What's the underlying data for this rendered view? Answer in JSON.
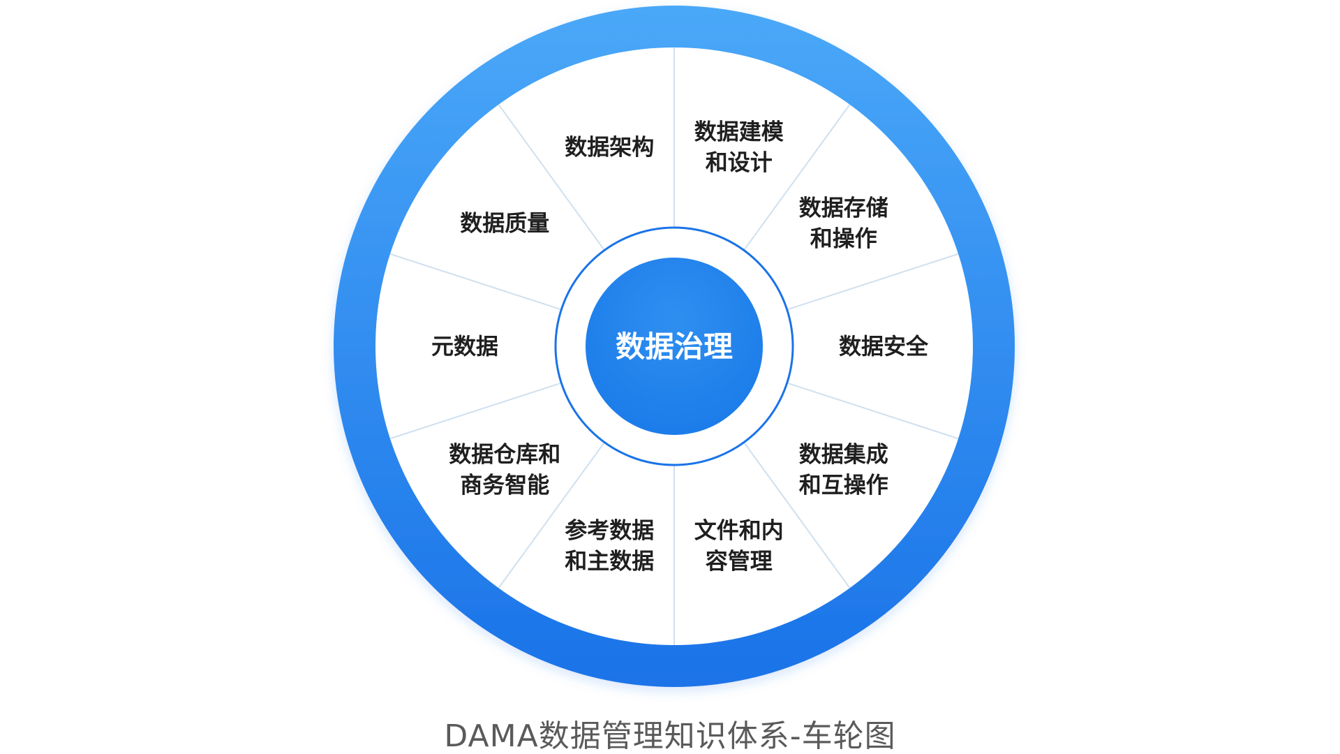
{
  "diagram": {
    "center_label": "数据治理",
    "segments": [
      {
        "lines": [
          "数据建模",
          "和设计"
        ]
      },
      {
        "lines": [
          "数据存储",
          "和操作"
        ]
      },
      {
        "lines": [
          "数据安全"
        ]
      },
      {
        "lines": [
          "数据集成",
          "和互操作"
        ]
      },
      {
        "lines": [
          "文件和内",
          "容管理"
        ]
      },
      {
        "lines": [
          "参考数据",
          "和主数据"
        ]
      },
      {
        "lines": [
          "数据仓库和",
          "商务智能"
        ]
      },
      {
        "lines": [
          "元数据"
        ]
      },
      {
        "lines": [
          "数据质量"
        ]
      },
      {
        "lines": [
          "数据架构"
        ]
      }
    ],
    "colors": {
      "ring_outer": "#1a73e8",
      "ring_inner": "#4aa8f8",
      "center": "#1a7ae9",
      "inner_ring_stroke": "#1a73e8",
      "divider": "#cfe0ef",
      "label": "#1f1f1f"
    }
  },
  "caption": "DAMA数据管理知识体系-车轮图"
}
